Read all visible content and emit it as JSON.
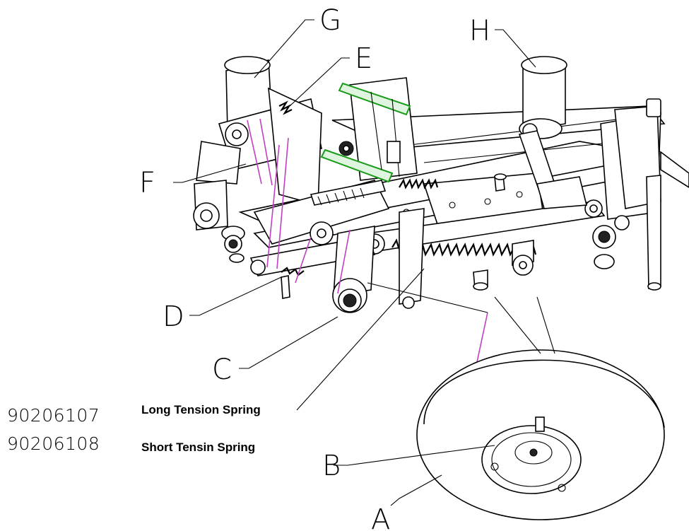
{
  "callouts": {
    "A": "A",
    "B": "B",
    "C": "C",
    "D": "D",
    "E": "E",
    "F": "F",
    "G": "G",
    "H": "H"
  },
  "parts": [
    {
      "number": "90206107",
      "name": "Long Tension Spring"
    },
    {
      "number": "90206108",
      "name": "Short Tensin Spring"
    }
  ],
  "colors": {
    "line": "#000000",
    "tape_path": "#c040c0",
    "highlight": "#1a9c1a"
  }
}
